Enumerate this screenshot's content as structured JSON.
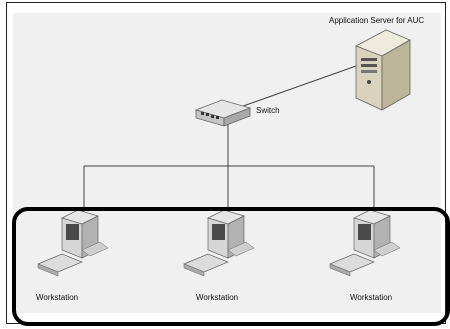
{
  "diagram": {
    "server": {
      "label": "Application Server for AUC",
      "icon": "server-icon"
    },
    "switch": {
      "label": "Switch",
      "icon": "network-switch-icon"
    },
    "workstations": [
      {
        "label": "Workstation",
        "icon": "workstation-icon"
      },
      {
        "label": "Workstation",
        "icon": "workstation-icon"
      },
      {
        "label": "Workstation",
        "icon": "workstation-icon"
      }
    ],
    "colors": {
      "background": "#f0f0f0",
      "lines": "#444444",
      "highlight": "#000000"
    }
  }
}
